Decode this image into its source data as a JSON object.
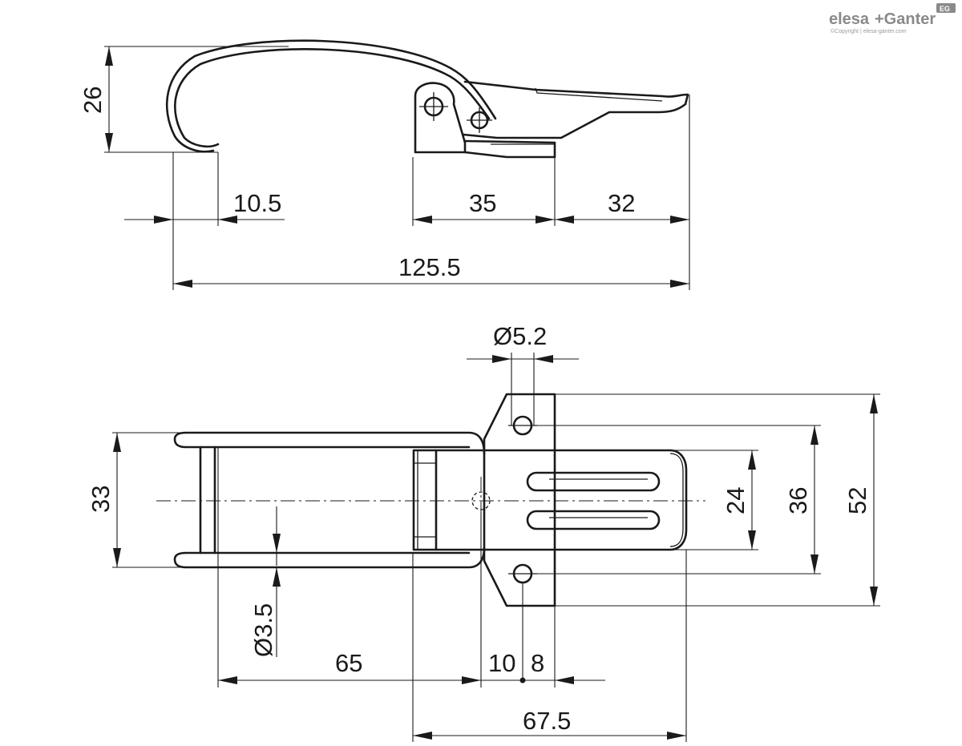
{
  "brand": {
    "name_part1": "elesa",
    "name_part2": "+Ganter",
    "copyright": "©Copyright | elesa-ganter.com",
    "badge": "EG",
    "color": "#8a8a8a"
  },
  "side_view": {
    "dimensions": {
      "height": "26",
      "hook_offset": "10.5",
      "base_length": "35",
      "lever_extension": "32",
      "overall_length": "125.5"
    }
  },
  "top_view": {
    "dimensions": {
      "slot_hole_dia": "Ø5.2",
      "overall_width": "33",
      "slot_span": "24",
      "hole_spacing": "36",
      "base_width": "52",
      "pin_dia": "Ø3.5",
      "hook_to_pivot": "65",
      "pivot_to_hole": "10",
      "hole_to_edge": "8",
      "base_to_end": "67.5"
    }
  },
  "colors": {
    "line": "#1a1a1a",
    "background": "#ffffff"
  }
}
